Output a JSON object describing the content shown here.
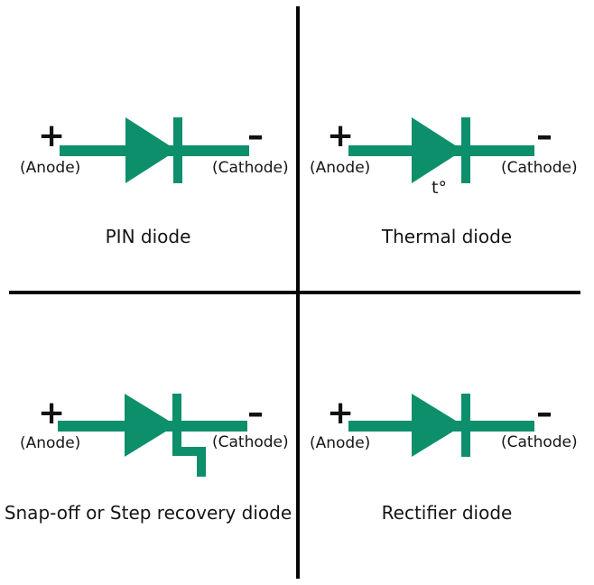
{
  "colors": {
    "diode_green": "#0D8F6C",
    "divider_black": "#060606",
    "text_black": "#151515"
  },
  "quadrants": {
    "pin": {
      "plus": "+",
      "minus": "–",
      "anode": "(Anode)",
      "cathode": "(Cathode)",
      "caption": "PIN diode"
    },
    "thermal": {
      "plus": "+",
      "minus": "–",
      "anode": "(Anode)",
      "cathode": "(Cathode)",
      "temp": "t°",
      "caption": "Thermal diode"
    },
    "snap": {
      "plus": "+",
      "minus": "–",
      "anode": "(Anode)",
      "cathode": "(Cathode)",
      "caption": "Snap-off or Step recovery diode"
    },
    "rectifier": {
      "plus": "+",
      "minus": "–",
      "anode": "(Anode)",
      "cathode": "(Cathode)",
      "caption": "Rectifier diode"
    }
  }
}
